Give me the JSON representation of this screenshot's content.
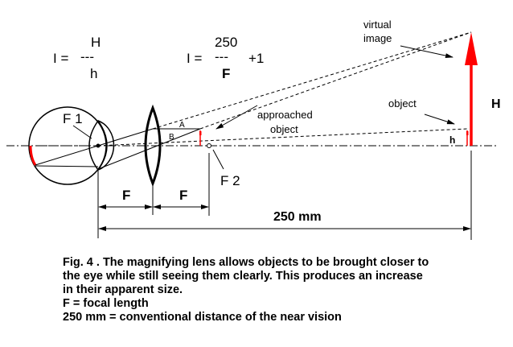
{
  "formulas": {
    "f1": {
      "lhs": "I =",
      "numerator": "H",
      "bar": "---",
      "denominator": "h"
    },
    "f2": {
      "lhs": "I =",
      "numerator": "250",
      "bar": "---",
      "denominator": "F",
      "suffix": "+1"
    }
  },
  "labels": {
    "f1": "F 1",
    "f2": "F 2",
    "a": "A",
    "b": "B",
    "virtual_image_1": "virtual",
    "virtual_image_2": "image",
    "approached_1": "approached",
    "approached_2": "object",
    "object": "object",
    "big_h": "H",
    "small_h": "h",
    "dim_f_left": "F",
    "dim_f_right": "F",
    "dim_250": "250 mm"
  },
  "caption": {
    "lines": [
      "Fig. 4 . The magnifying lens allows objects to be brought closer to",
      "the eye while still seeing them clearly. This produces an increase",
      "in their apparent size.",
      "F = focal length",
      "250 mm = conventional distance of the near vision"
    ]
  },
  "colors": {
    "object": "#ff0000",
    "line": "#000000"
  }
}
